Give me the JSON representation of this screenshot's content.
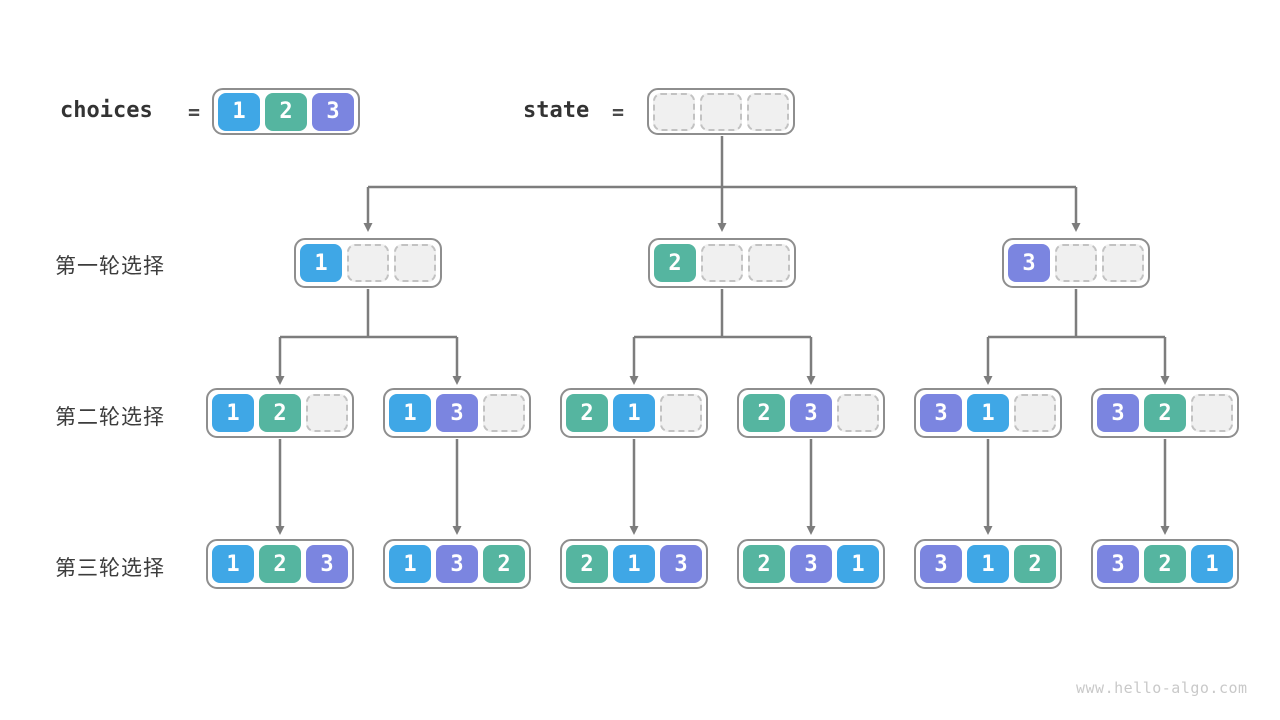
{
  "header": {
    "choices": {
      "label": "choices",
      "equals": "=",
      "cells": [
        "1",
        "2",
        "3"
      ]
    },
    "state": {
      "label": "state",
      "equals": "=",
      "cells": [
        "",
        "",
        ""
      ]
    }
  },
  "rows": [
    {
      "label": "第一轮选择",
      "boxes": [
        [
          "1",
          "",
          ""
        ],
        [
          "2",
          "",
          ""
        ],
        [
          "3",
          "",
          ""
        ]
      ]
    },
    {
      "label": "第二轮选择",
      "boxes": [
        [
          "1",
          "2",
          ""
        ],
        [
          "1",
          "3",
          ""
        ],
        [
          "2",
          "1",
          ""
        ],
        [
          "2",
          "3",
          ""
        ],
        [
          "3",
          "1",
          ""
        ],
        [
          "3",
          "2",
          ""
        ]
      ]
    },
    {
      "label": "第三轮选择",
      "boxes": [
        [
          "1",
          "2",
          "3"
        ],
        [
          "1",
          "3",
          "2"
        ],
        [
          "2",
          "1",
          "3"
        ],
        [
          "2",
          "3",
          "1"
        ],
        [
          "3",
          "1",
          "2"
        ],
        [
          "3",
          "2",
          "1"
        ]
      ]
    }
  ],
  "watermark": "www.hello-algo.com",
  "colors": {
    "c1": "#3fa7e6",
    "c2": "#55b5a0",
    "c3": "#7b85e0",
    "arrow": "#7d7d7d",
    "tray_border": "#8e8e8e",
    "empty_fill": "#f0f0f0",
    "empty_border": "#c2c2c2",
    "text": "#3c3c3c",
    "watermark": "#c9c9c9"
  }
}
